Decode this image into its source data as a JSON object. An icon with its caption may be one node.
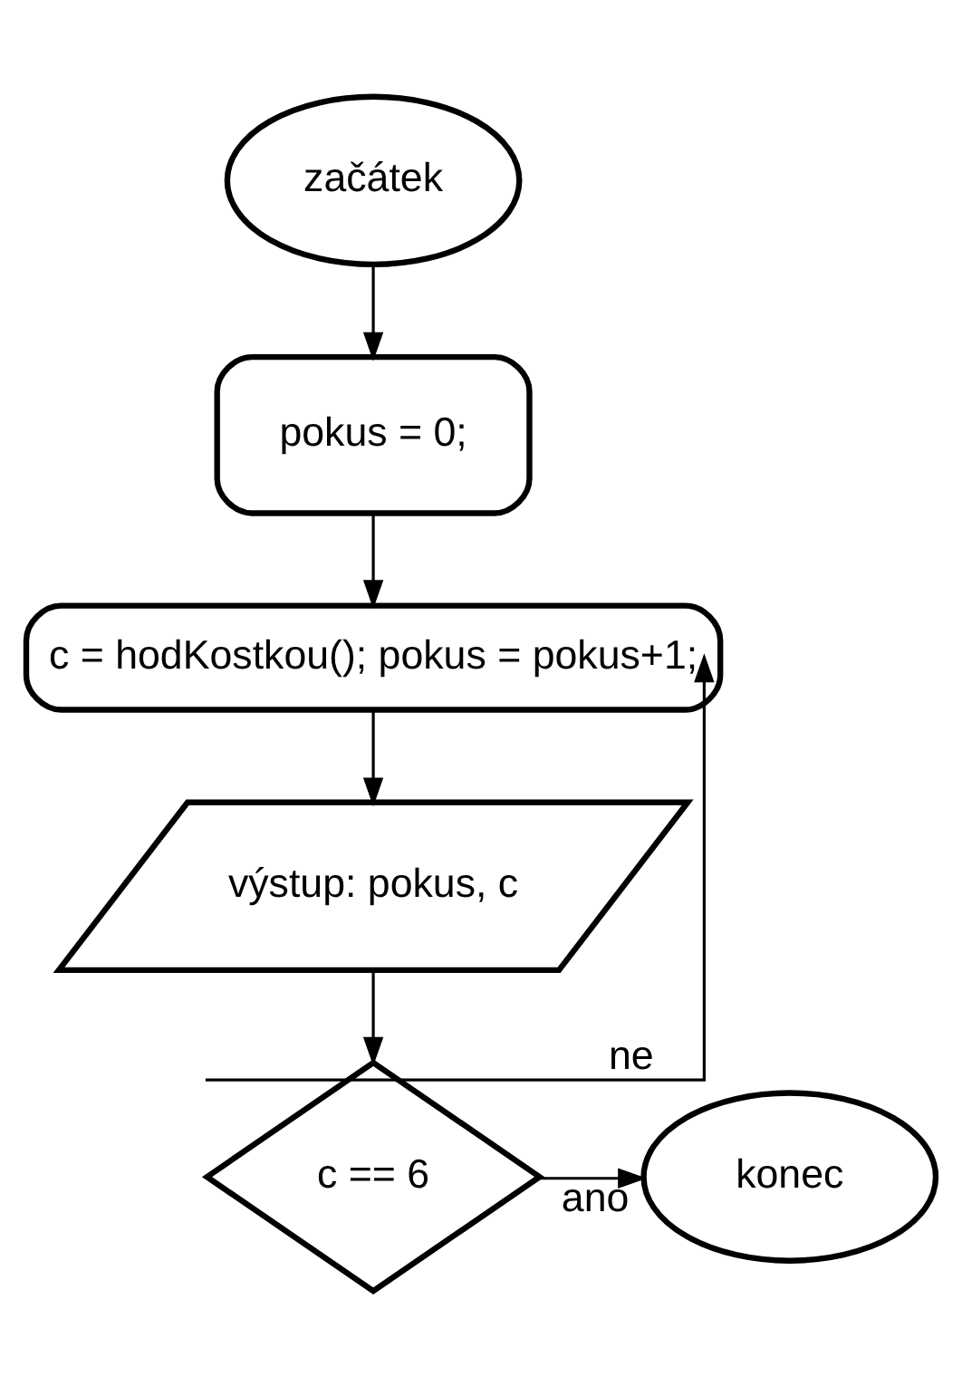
{
  "diagram": {
    "nodes": [
      {
        "text": [
          "začátek"
        ]
      },
      {
        "text": [
          "pokus = 0;"
        ]
      },
      {
        "text": [
          "c = hodKostkou(); pokus = pokus+1;"
        ]
      },
      {
        "text": [
          "výstup: pokus, c"
        ]
      },
      {
        "text": [
          "c == 6"
        ]
      },
      {
        "text": [
          "konec"
        ]
      }
    ],
    "edges": [
      {
        "from": 0,
        "to": 1,
        "arrow": "to"
      },
      {
        "from": 1,
        "to": 2,
        "arrow": "to"
      },
      {
        "from": 2,
        "to": 3,
        "arrow": "to"
      },
      {
        "from": 3,
        "to": 4,
        "arrow": "to"
      },
      {
        "from": 4,
        "to": 2,
        "arrow": "to",
        "label": "ne"
      },
      {
        "from": 4,
        "to": 5,
        "arrow": "to",
        "label": "ano"
      }
    ]
  }
}
